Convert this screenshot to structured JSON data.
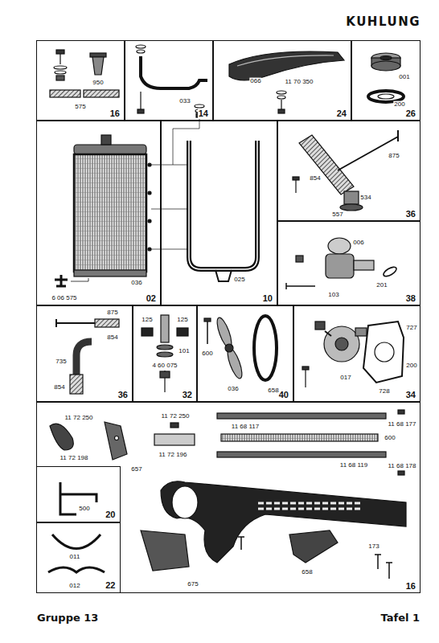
{
  "diagram": {
    "title": "KUHLUNG",
    "nodes": [
      {
        "text": [
          "16"
        ]
      },
      {
        "text": [
          "14"
        ]
      },
      {
        "text": [
          "24"
        ]
      },
      {
        "text": [
          "26"
        ]
      },
      {
        "text": [
          "02"
        ]
      },
      {
        "text": [
          "10"
        ]
      },
      {
        "text": [
          "36"
        ]
      },
      {
        "text": [
          "38"
        ]
      },
      {
        "text": [
          "36"
        ]
      },
      {
        "text": [
          "32"
        ]
      },
      {
        "text": [
          "40"
        ]
      },
      {
        "text": [
          "34"
        ]
      },
      {
        "text": [
          "16"
        ]
      },
      {
        "text": [
          "20"
        ],
        "in": 12
      },
      {
        "text": [
          "22"
        ],
        "in": 12
      }
    ],
    "labels": [
      "950",
      "575",
      "033",
      "066",
      "11 70 350",
      "001",
      "200",
      "036",
      "6 06 575",
      "025",
      "854",
      "875",
      "534",
      "557",
      "006",
      "103",
      "201",
      "875",
      "854",
      "735",
      "854",
      "125",
      "125",
      "101",
      "4 60 075",
      "600",
      "036",
      "658",
      "727",
      "200",
      "017",
      "728",
      "11 72 250",
      "11 72 198",
      "657",
      "11 72 250",
      "11 72 196",
      "11 68 117",
      "11 68 177",
      "600",
      "11 68 119",
      "11 68 178",
      "173",
      "675",
      "658",
      "500",
      "011",
      "012",
      "Gruppe 13",
      "Tafel 1"
    ]
  }
}
